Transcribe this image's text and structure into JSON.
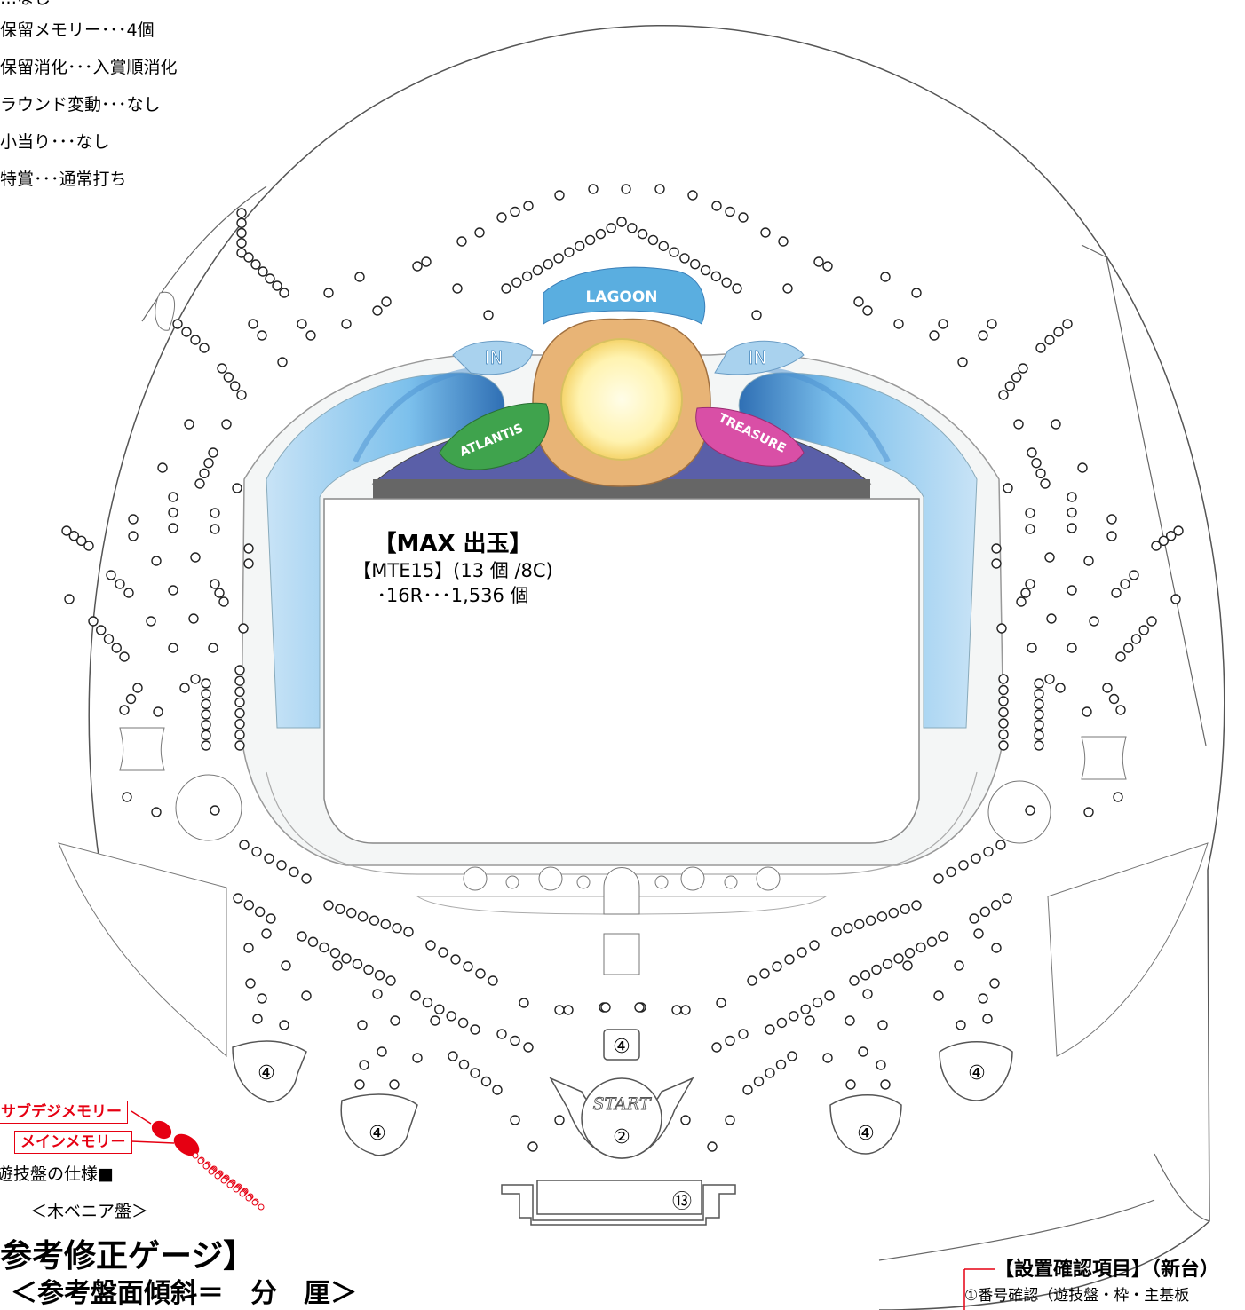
{
  "specs": [
    {
      "id": "partial",
      "text": "…なし"
    },
    {
      "id": "hold",
      "text": "保留メモリー･･･4個"
    },
    {
      "id": "consume",
      "text": "保留消化･･･入賞順消化"
    },
    {
      "id": "round",
      "text": "ラウンド変動･･･なし"
    },
    {
      "id": "small",
      "text": "小当り･･･なし"
    },
    {
      "id": "special",
      "text": "特賞･･･通常打ち"
    }
  ],
  "center": {
    "max_title": "【MAX 出玉】",
    "model_line": "【MTE15】(13 個 /8C)",
    "payout_line": "･16R･･･1,536 個"
  },
  "logos": {
    "lagoon": "LAGOON",
    "atlantis": "ATLANTIS",
    "treasure": "TREASURE",
    "start": "START",
    "in_left": "IN",
    "in_right": "IN"
  },
  "pockets": {
    "start_num": "②",
    "above_start": "④",
    "attacker": "⑬",
    "left_outer": "④",
    "left_inner": "④",
    "right_inner": "④",
    "right_outer": "④"
  },
  "callouts": {
    "sub_memory": "サブデジメモリー",
    "main_memory": "メインメモリー"
  },
  "board_spec_title": "遊技盤の仕様■",
  "board_type": "＜木ベニア盤＞",
  "gauge_title": "参考修正ゲージ】",
  "slope": "＜参考盤面傾斜＝　分　厘＞",
  "check": {
    "title": "【設置確認項目】（新台）",
    "line1": "①番号確認（遊技盤・枠・主基板"
  },
  "colors": {
    "accent_red": "#e60012",
    "lagoon_blue": "#62b6e6",
    "atlantis_green": "#3fa34d",
    "treasure_pink": "#d94fa6",
    "sun_orange": "#e8b476"
  }
}
